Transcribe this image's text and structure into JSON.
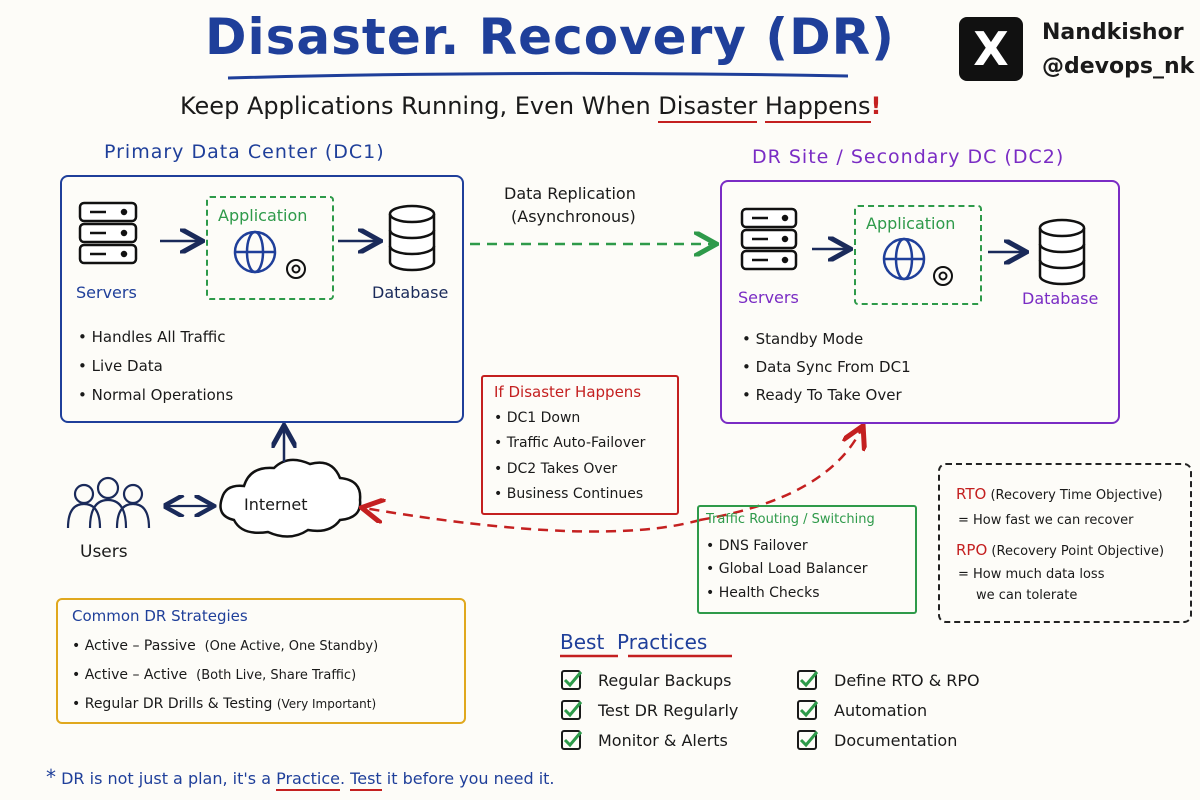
{
  "header": {
    "title": "Disaster. Recovery (DR)",
    "subtitle_pre": "Keep Applications Running, Even When ",
    "subtitle_word1": "Disaster",
    "subtitle_word2": "Happens",
    "subtitle_bang": "!"
  },
  "author": {
    "name": "Nandkishor",
    "handle": "@devops_nk",
    "logo": "X"
  },
  "primary_dc": {
    "title": "Primary Data Center (DC1)",
    "servers_label": "Servers",
    "app_label": "Application",
    "db_label": "Database",
    "bullets": [
      "Handles All Traffic",
      "Live Data",
      "Normal Operations"
    ],
    "color": "#1f3f9a"
  },
  "replication": {
    "line1": "Data Replication",
    "line2": "(Asynchronous)"
  },
  "dr_site": {
    "title": "DR Site / Secondary DC (DC2)",
    "servers_label": "Servers",
    "app_label": "Application",
    "db_label": "Database",
    "bullets": [
      "Standby Mode",
      "Data Sync From DC1",
      "Ready To Take Over"
    ],
    "color": "#7a2cc4"
  },
  "disaster": {
    "title": "If Disaster Happens",
    "items": [
      "DC1 Down",
      "Traffic Auto-Failover",
      "DC2 Takes Over",
      "Business Continues"
    ]
  },
  "users_label": "Users",
  "internet_label": "Internet",
  "routing": {
    "title": "Traffic Routing / Switching",
    "items": [
      "DNS Failover",
      "Global Load Balancer",
      "Health Checks"
    ]
  },
  "objectives": {
    "rto_abbr": "RTO",
    "rto_full": "(Recovery Time Objective)",
    "rto_desc": "= How fast we can recover",
    "rpo_abbr": "RPO",
    "rpo_full": "(Recovery Point Objective)",
    "rpo_desc1": "= How much data loss",
    "rpo_desc2": "we can tolerate"
  },
  "strategies": {
    "title": "Common DR Strategies",
    "items": [
      {
        "name": "Active – Passive",
        "note": "(One Active, One Standby)"
      },
      {
        "name": "Active – Active",
        "note": "(Both Live, Share Traffic)"
      },
      {
        "name": "Regular DR Drills & Testing",
        "note": "(Very Important)"
      }
    ]
  },
  "best_practices": {
    "title_1": "Best",
    "title_2": "Practices",
    "left": [
      "Regular Backups",
      "Test DR Regularly",
      "Monitor & Alerts"
    ],
    "right": [
      "Define RTO & RPO",
      "Automation",
      "Documentation"
    ]
  },
  "footer": {
    "star": "*",
    "pre": "DR is not just a plan, it's a ",
    "practice": "Practice",
    "dot": ". ",
    "test": "Test",
    "post": " it before you need it."
  }
}
